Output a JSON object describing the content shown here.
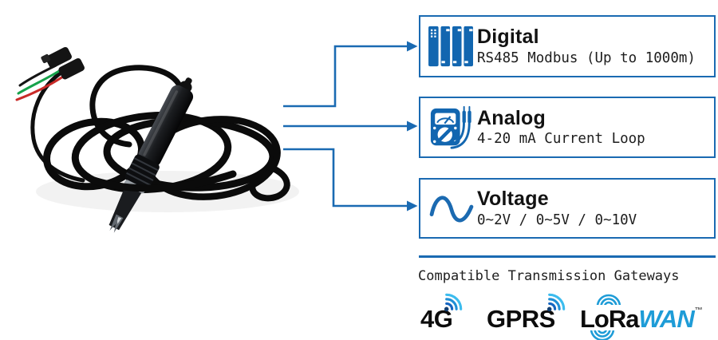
{
  "colors": {
    "accent_blue": "#1a6ab2",
    "icon_blue": "#1266b0",
    "lora_blue": "#1e9cd7",
    "signal_blue_dark": "#123f72",
    "signal_blue": "#1565c0",
    "signal_blue_mid": "#1f8fd6",
    "signal_blue_light": "#3cbcee",
    "text_black": "#121212",
    "wire_green": "#17a24b",
    "wire_red": "#c92a28"
  },
  "probe_photo": {
    "alt": "Black sensor probe with coiled cable and wired connectors"
  },
  "outputs": [
    {
      "icon": "plc-modules-icon",
      "title": "Digital",
      "subtitle": "RS485 Modbus (Up to 1000m)"
    },
    {
      "icon": "multimeter-icon",
      "title": "Analog",
      "subtitle": "4-20 mA Current Loop"
    },
    {
      "icon": "sine-wave-icon",
      "title": "Voltage",
      "subtitle": "0~2V / 0~5V / 0~10V"
    }
  ],
  "gateways": {
    "heading": "Compatible Transmission Gateways",
    "items": [
      {
        "icon": "cellular-signal-icon",
        "label": "4G"
      },
      {
        "icon": "cellular-signal-icon",
        "label": "GPRS"
      },
      {
        "icon": "lora-arcs-icon",
        "label_black": "LoRa",
        "label_blue": "WAN",
        "tm": "™"
      }
    ]
  }
}
